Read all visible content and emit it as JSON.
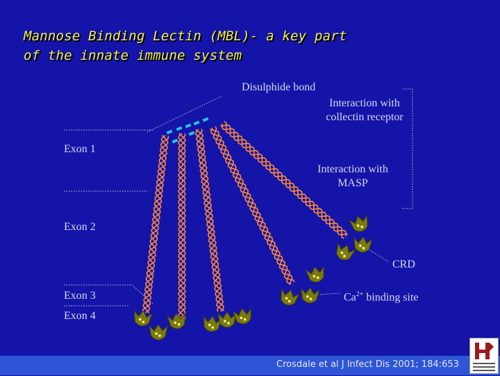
{
  "title": {
    "line1": "Mannose Binding Lectin (MBL)- a key part",
    "line2": "of the innate immune system"
  },
  "labels": {
    "disulphide": "Disulphide bond",
    "collectin_line1": "Interaction with",
    "collectin_line2": "collectin receptor",
    "masp_line1": "Interaction with",
    "masp_line2": "MASP",
    "exon1": "Exon 1",
    "exon2": "Exon 2",
    "exon3": "Exon 3",
    "exon4": "Exon 4",
    "crd": "CRD",
    "ca_prefix": "Ca",
    "ca_sup": "2+",
    "ca_suffix": " binding site"
  },
  "citation": "Crosdale et al J Infect Dis 2001; 184:653",
  "colors": {
    "background": "#1414a8",
    "title": "#f2ee6a",
    "helix": "#ff8a3a",
    "crd": "#7a7a10",
    "dot": "#f5f58a",
    "bond": "#29c0e8",
    "footer": "#2d55d6"
  },
  "icons": {
    "logo": "university-logo-icon"
  }
}
